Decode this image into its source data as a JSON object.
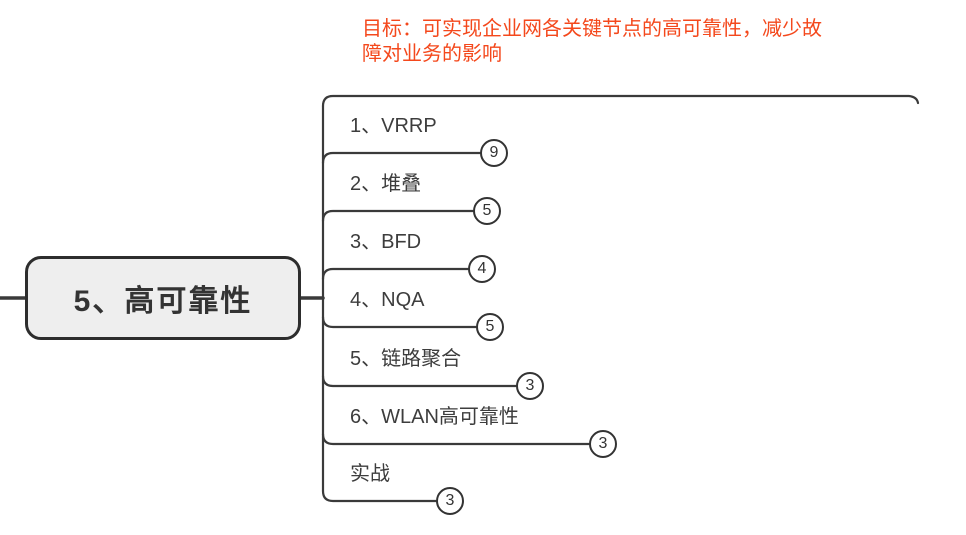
{
  "canvas": {
    "background": "#ffffff",
    "line_color": "#3a3a3a",
    "accent_orange": "#f4481c",
    "node_fill": "#eeeeee",
    "node_border": "#2d2d2d"
  },
  "main_topic": {
    "label": "5、高可靠性"
  },
  "goal_note": {
    "text": "目标：可实现企业网各关键节点的高可靠性，减少故障对业务的影响",
    "color": "#f4481c"
  },
  "branches": [
    {
      "label": "1、VRRP",
      "badge": "9"
    },
    {
      "label": "2、堆叠",
      "badge": "5"
    },
    {
      "label": "3、BFD",
      "badge": "4"
    },
    {
      "label": "4、NQA",
      "badge": "5"
    },
    {
      "label": "5、链路聚合",
      "badge": "3"
    },
    {
      "label": "6、WLAN高可靠性",
      "badge": "3"
    },
    {
      "label": "实战",
      "badge": "3"
    }
  ]
}
